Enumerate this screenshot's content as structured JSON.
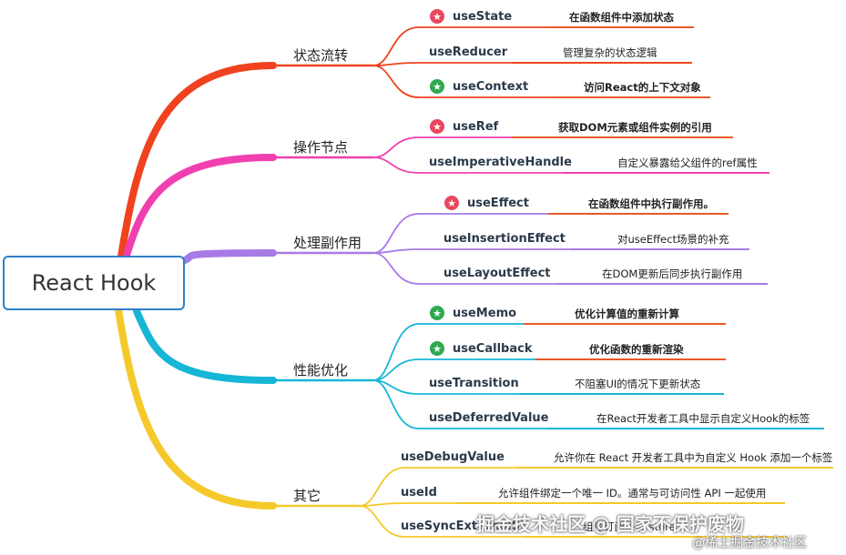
{
  "root": {
    "label": "React Hook",
    "color": "#2f7fc8"
  },
  "branches": [
    {
      "label": "状态流转",
      "color": "#f0421f",
      "hooks": [
        {
          "name": "useState",
          "desc": "在函数组件中添加状态",
          "badge": "red",
          "accent": true
        },
        {
          "name": "useReducer",
          "desc": "管理复杂的状态逻辑",
          "badge": null,
          "accent": false
        },
        {
          "name": "useContext",
          "desc": "访问React的上下文对象",
          "badge": "green",
          "accent": true
        }
      ]
    },
    {
      "label": "操作节点",
      "color": "#f040b0",
      "hooks": [
        {
          "name": "useRef",
          "desc": "获取DOM元素或组件实例的引用",
          "badge": "red",
          "accent": true
        },
        {
          "name": "useImperativeHandle",
          "desc": "自定义暴露给父组件的ref属性",
          "badge": null,
          "accent": false
        }
      ]
    },
    {
      "label": "处理副作用",
      "color": "#a87ae6",
      "hooks": [
        {
          "name": "useEffect",
          "desc": "在函数组件中执行副作用。",
          "badge": "red",
          "accent": true
        },
        {
          "name": "useInsertionEffect",
          "desc": "对useEffect场景的补充",
          "badge": null,
          "accent": false
        },
        {
          "name": "useLayoutEffect",
          "desc": "在DOM更新后同步执行副作用",
          "badge": null,
          "accent": false
        }
      ]
    },
    {
      "label": "性能优化",
      "color": "#16b6d6",
      "hooks": [
        {
          "name": "useMemo",
          "desc": "优化计算值的重新计算",
          "badge": "green",
          "accent": true
        },
        {
          "name": "useCallback",
          "desc": "优化函数的重新渲染",
          "badge": "green",
          "accent": true
        },
        {
          "name": "useTransition",
          "desc": "不阻塞UI的情况下更新状态",
          "badge": null,
          "accent": false
        },
        {
          "name": "useDeferredValue",
          "desc": "在React开发者工具中显示自定义Hook的标签",
          "badge": null,
          "accent": false
        }
      ]
    },
    {
      "label": "其它",
      "color": "#f5c92a",
      "hooks": [
        {
          "name": "useDebugValue",
          "desc": "允许你在 React 开发者工具中为自定义 Hook 添加一个标签",
          "badge": null,
          "accent": false
        },
        {
          "name": "useId",
          "desc": "允许组件绑定一个唯一 ID。通常与可访问性 API 一起使用",
          "badge": null,
          "accent": false
        },
        {
          "name": "useSyncExternalSt",
          "desc": "组件订阅外部 store",
          "badge": null,
          "accent": false
        }
      ]
    }
  ],
  "colors": {
    "accent_line": "#e85a2a",
    "sub_line_other": "#16b6d6"
  },
  "watermark": {
    "main": "掘金技术社区 @ 国家不保护废物",
    "sub": "@稀土掘金技术社区"
  }
}
